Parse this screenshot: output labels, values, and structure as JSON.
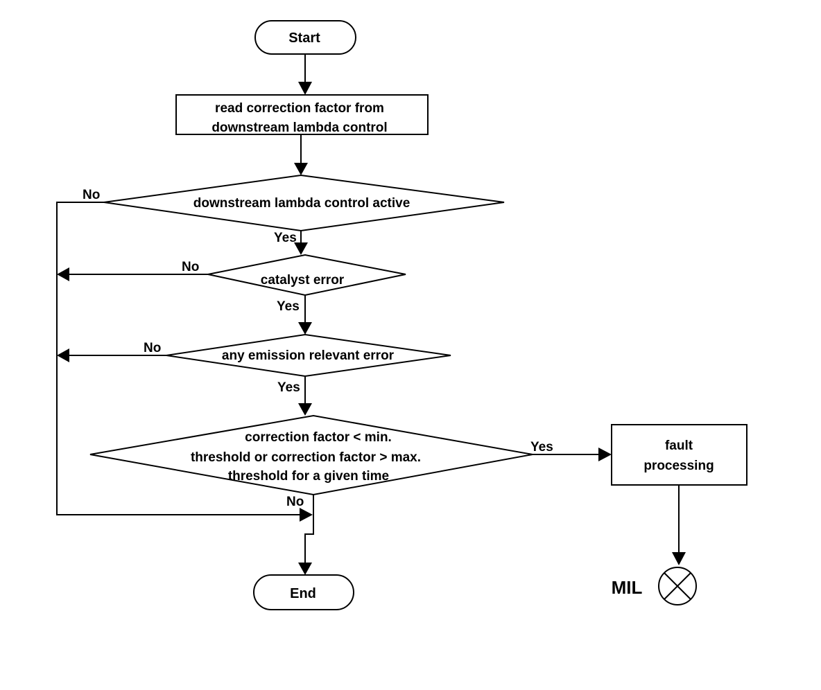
{
  "nodes": {
    "start": "Start",
    "read": [
      "read correction factor from",
      "downstream lambda control"
    ],
    "active": "downstream lambda control active",
    "catalyst": "catalyst error",
    "emission": "any emission relevant error",
    "threshold": [
      "correction factor < min.",
      "threshold  or correction factor > max.",
      "threshold for a given time"
    ],
    "fault": [
      "fault",
      "processing"
    ],
    "end": "End",
    "mil": "MIL"
  },
  "edges": {
    "active_yes": "Yes",
    "active_no": "No",
    "catalyst_yes": "Yes",
    "catalyst_no": "No",
    "emission_yes": "Yes",
    "emission_no": "No",
    "threshold_yes": "Yes",
    "threshold_no": "No"
  },
  "colors": {
    "line": "#000000",
    "background": "#ffffff"
  },
  "icons": {
    "mil": "lamp-cross-icon"
  }
}
